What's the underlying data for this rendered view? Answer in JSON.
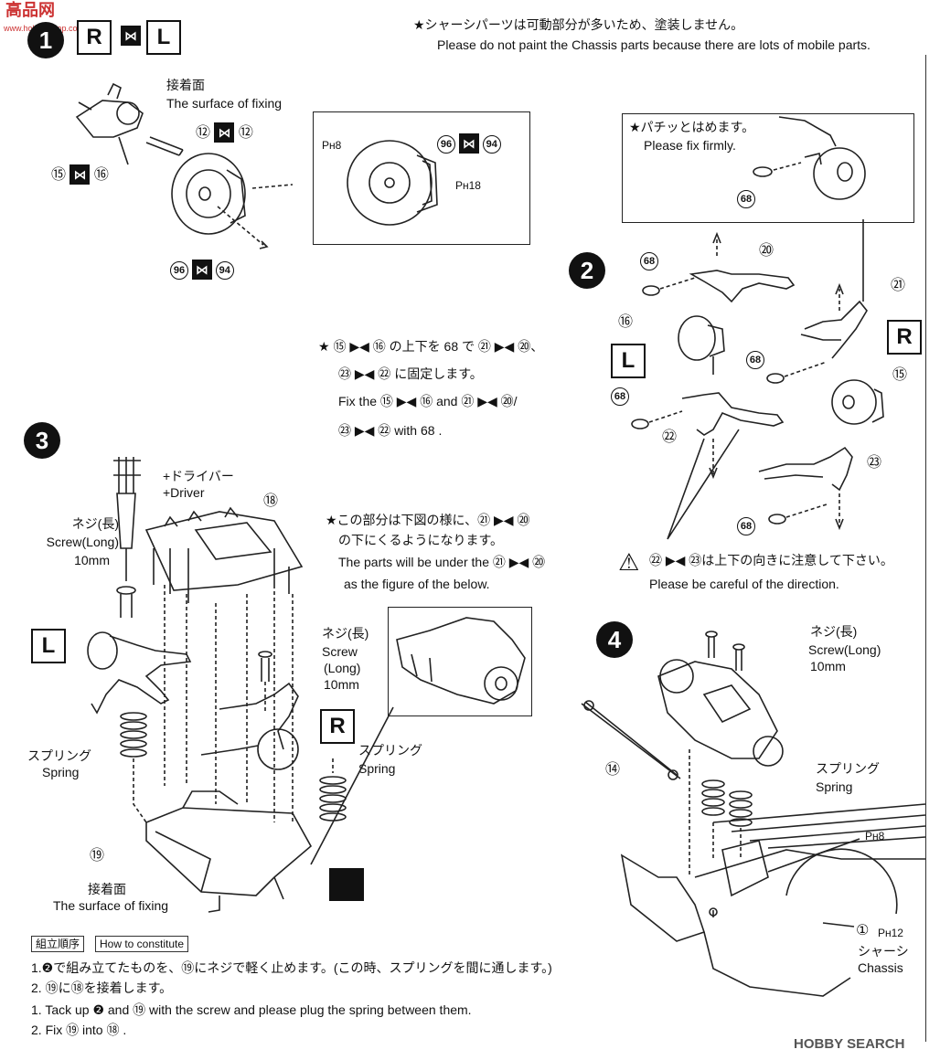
{
  "watermark": {
    "top": "高品网",
    "bottom": "www.hobby-shop.com"
  },
  "footer_brand": "HOBBY SEARCH",
  "steps": {
    "one": "1",
    "two": "2",
    "three": "3",
    "four": "4"
  },
  "side_labels": {
    "R": "R",
    "L": "L"
  },
  "header": {
    "note_jp": "★シャーシパーツは可動部分が多いため、塗装しません。",
    "note_en": "Please do not paint the Chassis parts because there are lots of mobile parts."
  },
  "step1": {
    "surface_jp": "接着面",
    "surface_en": "The surface of fixing",
    "part_a": "⑫",
    "part_b": "⑫",
    "part_c": "⑮",
    "part_d": "⑯",
    "part_e": "96",
    "part_f": "94",
    "inset_ph1": "Pʜ8",
    "inset_ph2": "Pʜ18",
    "inset_p1": "96",
    "inset_p2": "94"
  },
  "step2": {
    "fix_jp": "★パチッとはめます。",
    "fix_en": "Please fix firmly.",
    "p68": "68",
    "p20": "⑳",
    "p21": "㉑",
    "p16": "⑯",
    "p15": "⑮",
    "p22": "㉒",
    "p23": "㉓",
    "caution_jp": "㉒ ▶◀ ㉓は上下の向きに注意して下さい。",
    "caution_en": "Please be careful of the direction."
  },
  "middle_note": {
    "line1_jp": "★ ⑮ ▶◀ ⑯ の上下を 68 で ㉑ ▶◀ ⑳、",
    "line2_jp": "㉓ ▶◀ ㉒ に固定します。",
    "line3_en": "Fix the ⑮ ▶◀ ⑯ and ㉑ ▶◀ ⑳/",
    "line4_en": "㉓ ▶◀ ㉒ with 68 ."
  },
  "step3": {
    "driver_jp": "+ドライバー",
    "driver_en": "+Driver",
    "screw_jp": "ネジ(長)",
    "screw_en": "Screw(Long)",
    "screw_mm": "10mm",
    "screw2_jp": "ネジ(長)",
    "screw2_en1": "Screw",
    "screw2_en2": "(Long)",
    "screw2_mm": "10mm",
    "p18": "⑱",
    "p19": "⑲",
    "spring_jp": "スプリング",
    "spring_en": "Spring",
    "spring2_jp": "スプリング",
    "spring2_en": "Spring",
    "surface_jp": "接着面",
    "surface_en": "The surface of fixing",
    "note_jp1": "★この部分は下図の様に、㉑ ▶◀ ⑳",
    "note_jp2": "の下にくるようになります。",
    "note_en1": "The parts will be under the ㉑ ▶◀ ⑳",
    "note_en2": "as the figure of the below."
  },
  "step4": {
    "screw_jp": "ネジ(長)",
    "screw_en": "Screw(Long)",
    "screw_mm": "10mm",
    "p14": "⑭",
    "spring_jp": "スプリング",
    "spring_en": "Spring",
    "ph8": "Pʜ8",
    "p1": "①",
    "ph12": "Pʜ12",
    "chassis_jp": "シャーシ",
    "chassis_en": "Chassis"
  },
  "order": {
    "tag_jp": "組立順序",
    "tag_en": "How to constitute",
    "jp1": "1.❷で組み立てたものを、⑲にネジで軽く止めます。(この時、スプリングを間に通します。)",
    "jp2": "2. ⑲に⑱を接着します。",
    "en1": "1. Tack up ❷ and ⑲ with the screw and please plug the spring between them.",
    "en2": "2. Fix ⑲ into ⑱ ."
  }
}
